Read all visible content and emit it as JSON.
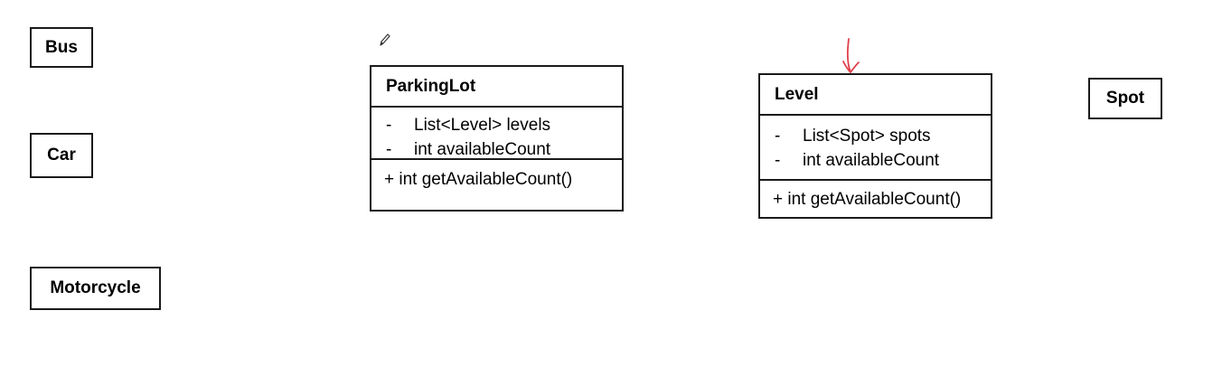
{
  "vehicles": [
    {
      "label": "Bus"
    },
    {
      "label": "Car"
    },
    {
      "label": "Motorcycle"
    }
  ],
  "parking_lot": {
    "title": "ParkingLot",
    "attributes": [
      {
        "visibility": "-",
        "text": "List<Level> levels"
      },
      {
        "visibility": "-",
        "text": "int availableCount"
      }
    ],
    "methods": [
      {
        "text": "+ int getAvailableCount()"
      }
    ]
  },
  "level": {
    "title": "Level",
    "attributes": [
      {
        "visibility": "-",
        "text": "List<Spot> spots"
      },
      {
        "visibility": "-",
        "text": "int availableCount"
      }
    ],
    "methods": [
      {
        "text": "+ int getAvailableCount()"
      }
    ]
  },
  "spot": {
    "label": "Spot"
  },
  "annotations": {
    "pencil_cursor_icon": "pencil-icon",
    "pen_mark_color": "#e0404a"
  }
}
